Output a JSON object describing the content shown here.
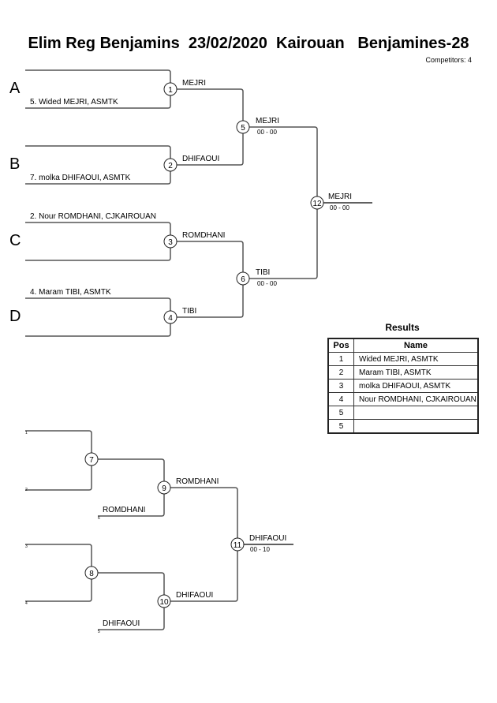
{
  "header": {
    "title": "Elim Reg Benjamins  23/02/2020  Kairouan   Benjamines-28",
    "competitors": "Competitors: 4"
  },
  "main_bracket": {
    "pools": [
      {
        "letter": "A",
        "entrant": "5. Wided MEJRI, ASMTK"
      },
      {
        "letter": "B",
        "entrant": "7. molka DHIFAOUI, ASMTK"
      },
      {
        "letter": "C",
        "entrant": "2. Nour ROMDHANI, CJKAIROUAN"
      },
      {
        "letter": "D",
        "entrant": "4. Maram TIBI, ASMTK"
      }
    ],
    "matches": [
      {
        "number": "1",
        "winner": "MEJRI",
        "score": ""
      },
      {
        "number": "2",
        "winner": "DHIFAOUI",
        "score": ""
      },
      {
        "number": "3",
        "winner": "ROMDHANI",
        "score": ""
      },
      {
        "number": "4",
        "winner": "TIBI",
        "score": ""
      },
      {
        "number": "5",
        "winner": "MEJRI",
        "score": "00 - 00"
      },
      {
        "number": "6",
        "winner": "TIBI",
        "score": "00 - 00"
      },
      {
        "number": "12",
        "winner": "MEJRI",
        "score": "00 - 00"
      }
    ]
  },
  "repechage": {
    "seed_labels": [
      "1",
      "2",
      "6",
      "3",
      "4",
      "5"
    ],
    "matches": [
      {
        "number": "7",
        "winner": "",
        "score": ""
      },
      {
        "number": "8",
        "winner": "",
        "score": ""
      },
      {
        "number": "9",
        "winner": "ROMDHANI",
        "score": "",
        "feed": "ROMDHANI"
      },
      {
        "number": "10",
        "winner": "DHIFAOUI",
        "score": "",
        "feed": "DHIFAOUI"
      },
      {
        "number": "11",
        "winner": "DHIFAOUI",
        "score": "00 - 10"
      }
    ]
  },
  "results": {
    "title": "Results",
    "headers": {
      "pos": "Pos",
      "name": "Name"
    },
    "rows": [
      {
        "pos": "1",
        "name": "Wided MEJRI, ASMTK"
      },
      {
        "pos": "2",
        "name": "Maram TIBI, ASMTK"
      },
      {
        "pos": "3",
        "name": "molka DHIFAOUI, ASMTK"
      },
      {
        "pos": "4",
        "name": "Nour ROMDHANI, CJKAIROUAN"
      },
      {
        "pos": "5",
        "name": ""
      },
      {
        "pos": "5",
        "name": ""
      }
    ]
  }
}
